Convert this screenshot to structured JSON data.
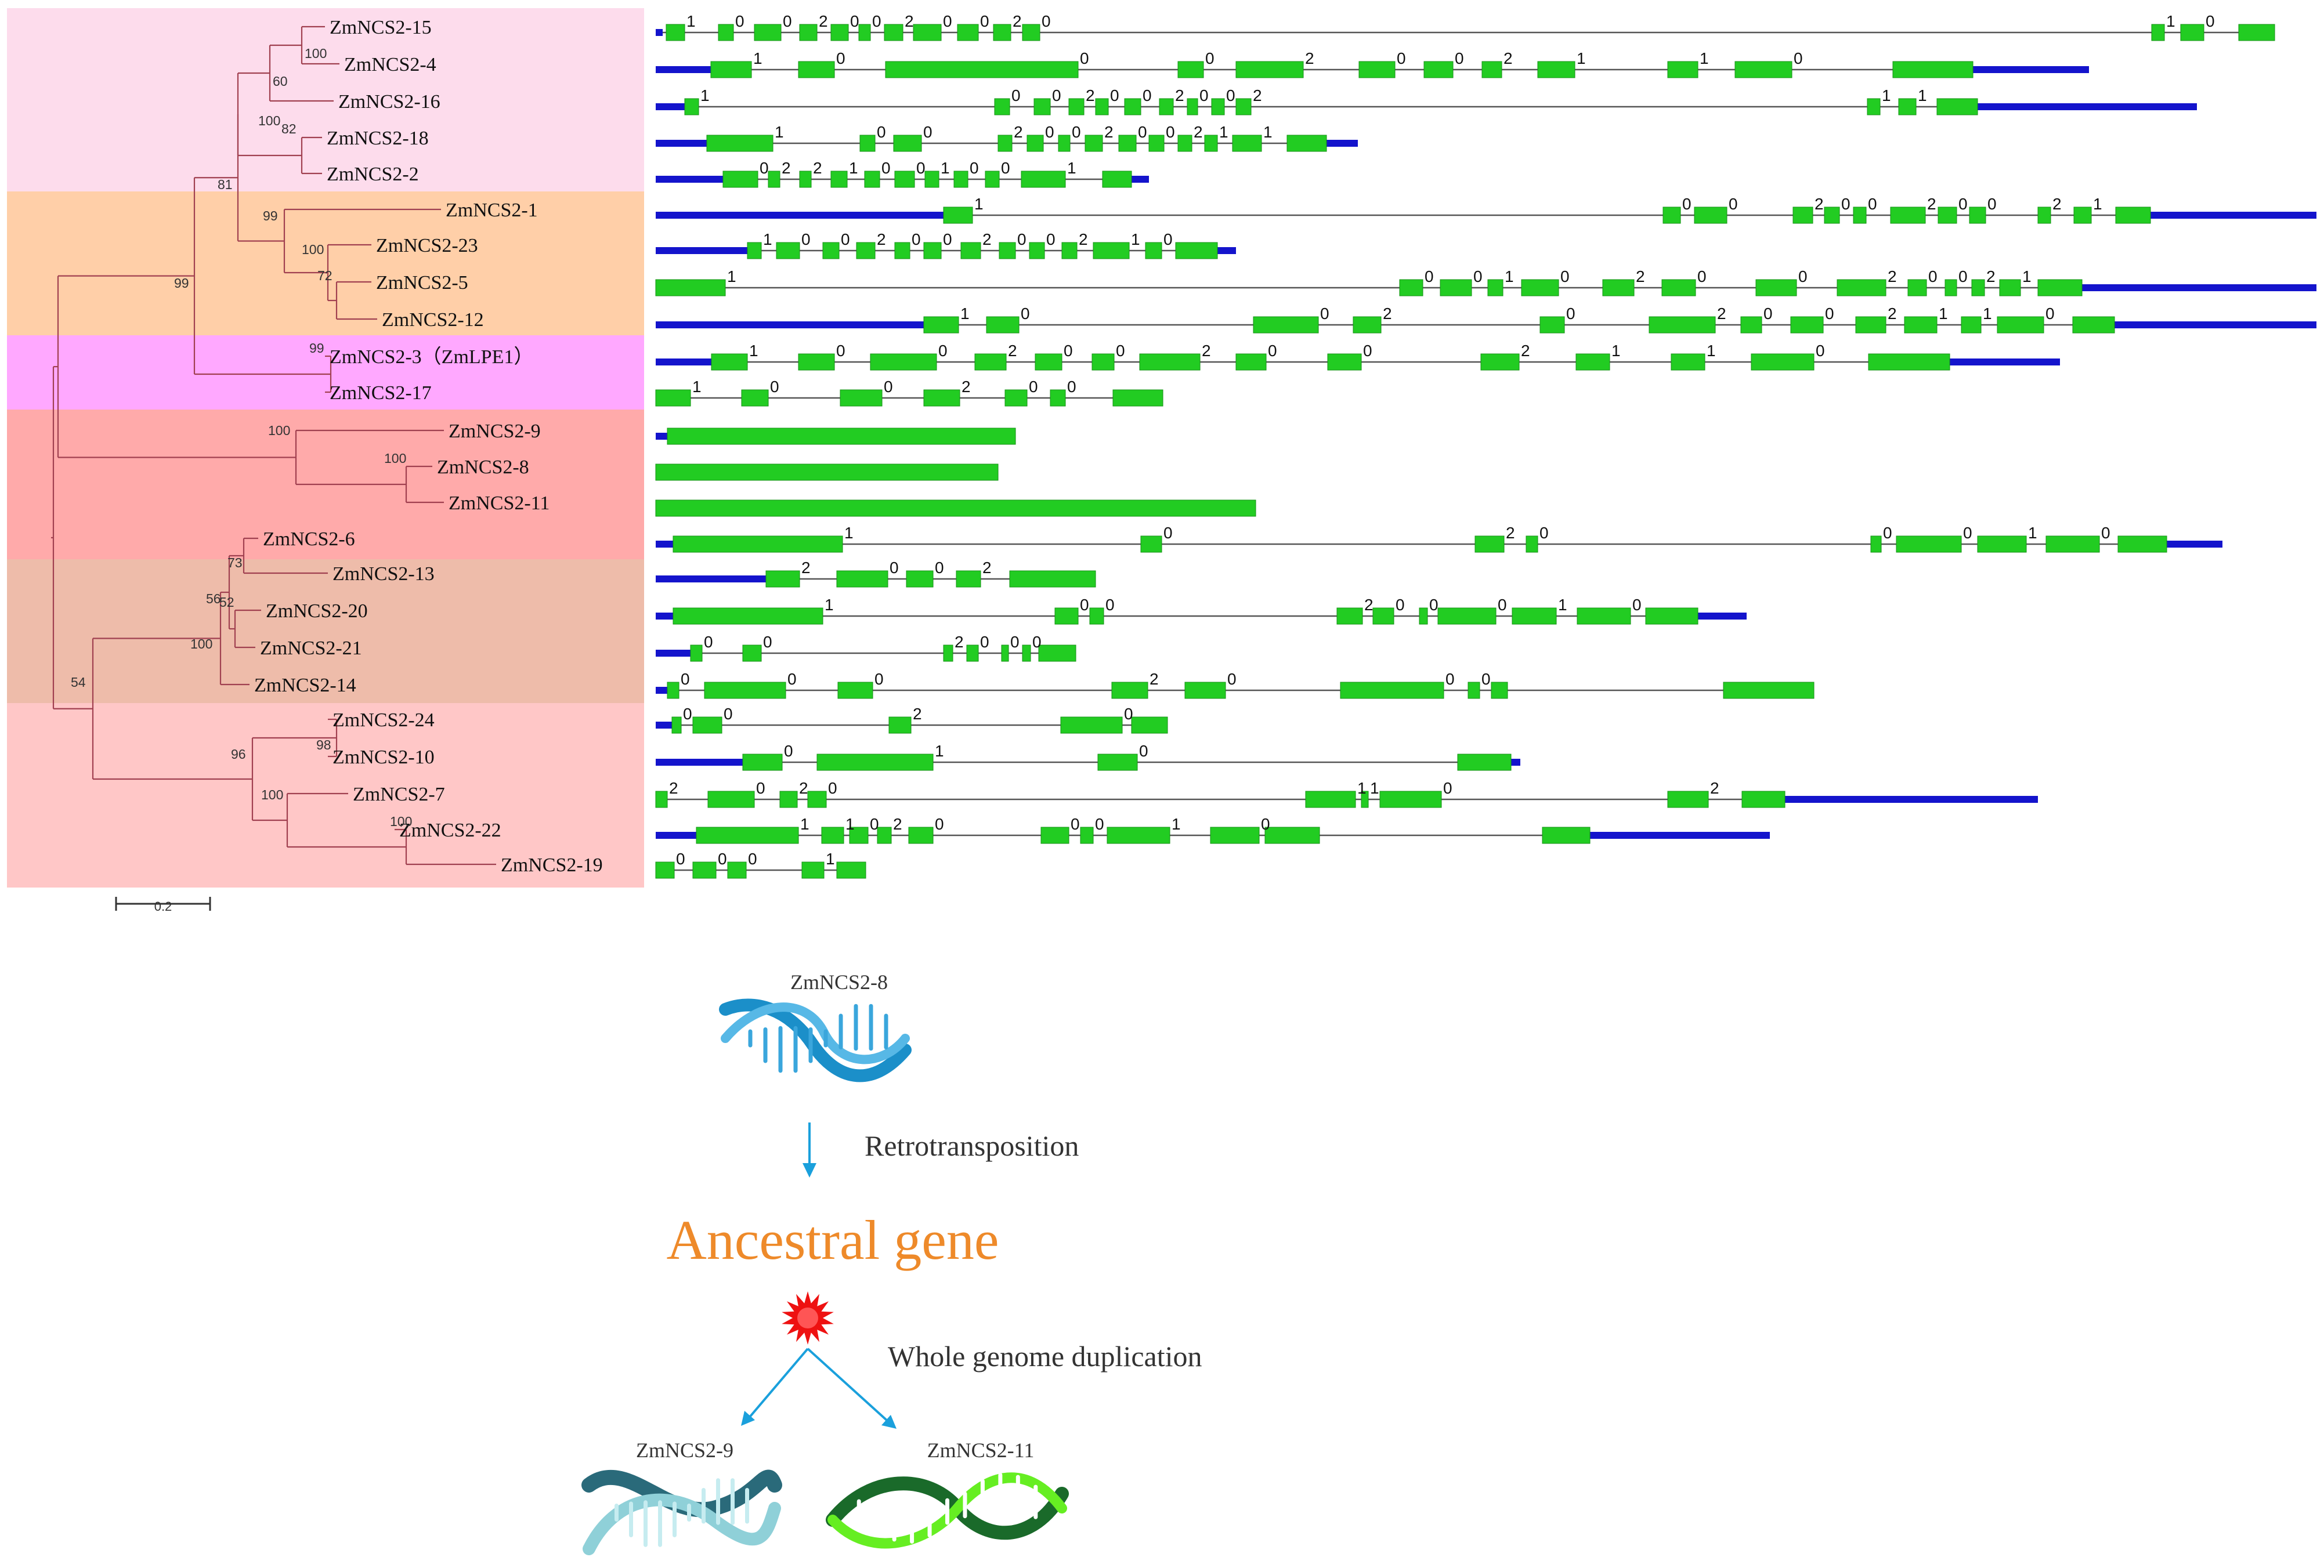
{
  "colors": {
    "exon": "#22cc22",
    "utr": "#1414cc",
    "intron": "#555555",
    "branch": "#a04050",
    "arrow": "#1aa0dc",
    "title": "#ee8a2a",
    "burst": "#ee1111"
  },
  "clades": [
    {
      "color": "#fddcec",
      "rows": [
        0,
        4
      ]
    },
    {
      "color": "#ffcfa8",
      "rows": [
        5,
        8
      ]
    },
    {
      "color": "#ffa8ff",
      "rows": [
        9,
        10
      ]
    },
    {
      "color": "#ffaaaa",
      "rows": [
        11,
        13
      ]
    },
    {
      "color": "#eebcaa",
      "rows": [
        14,
        18
      ]
    },
    {
      "color": "#ffc7c7",
      "rows": [
        19,
        23
      ]
    }
  ],
  "genes": [
    {
      "name": "ZmNCS2-15",
      "d": 0.65
    },
    {
      "name": "ZmNCS2-4",
      "d": 0.72
    },
    {
      "name": "ZmNCS2-16",
      "d": 0.68
    },
    {
      "name": "ZmNCS2-18",
      "d": 0.62
    },
    {
      "name": "ZmNCS2-2",
      "d": 0.62
    },
    {
      "name": "ZmNCS2-1",
      "d": 0.9
    },
    {
      "name": "ZmNCS2-23",
      "d": 0.7
    },
    {
      "name": "ZmNCS2-5",
      "d": 0.7
    },
    {
      "name": "ZmNCS2-12",
      "d": 0.75
    },
    {
      "name": "ZmNCS2-3（ZmLPE1）",
      "d": 0.66
    },
    {
      "name": "ZmNCS2-17",
      "d": 0.66
    },
    {
      "name": "ZmNCS2-9",
      "d": 0.92
    },
    {
      "name": "ZmNCS2-8",
      "d": 0.88
    },
    {
      "name": "ZmNCS2-11",
      "d": 0.92
    },
    {
      "name": "ZmNCS2-6",
      "d": 0.55
    },
    {
      "name": "ZmNCS2-13",
      "d": 0.68
    },
    {
      "name": "ZmNCS2-20",
      "d": 0.56
    },
    {
      "name": "ZmNCS2-21",
      "d": 0.52
    },
    {
      "name": "ZmNCS2-14",
      "d": 0.5
    },
    {
      "name": "ZmNCS2-24",
      "d": 0.65
    },
    {
      "name": "ZmNCS2-10",
      "d": 0.65
    },
    {
      "name": "ZmNCS2-7",
      "d": 0.72
    },
    {
      "name": "ZmNCS2-22",
      "d": 0.82
    },
    {
      "name": "ZmNCS2-19",
      "d": 1.08
    }
  ],
  "bootstrap": {
    "b15_4": "100",
    "b16": "60",
    "b18_2": "82",
    "b18_2b": "100",
    "b81": "81",
    "b1": "99",
    "b23": "100",
    "b5_12": "72",
    "b99": "99",
    "b3_17": "99",
    "b9": "100",
    "b8_11": "100",
    "b6_13": "73",
    "b56": "56",
    "b52": "52",
    "b14": "100",
    "b54": "54",
    "b24_10": "98",
    "b96": "96",
    "b7": "100",
    "b22_19": "100"
  },
  "scale_label": "0.2",
  "flow": {
    "top_gene": "ZmNCS2-8",
    "step1": "Retrotransposition",
    "ancestral": "Ancestral gene",
    "step2": "Whole genome duplication",
    "left_gene": "ZmNCS2-9",
    "right_gene": "ZmNCS2-11"
  }
}
